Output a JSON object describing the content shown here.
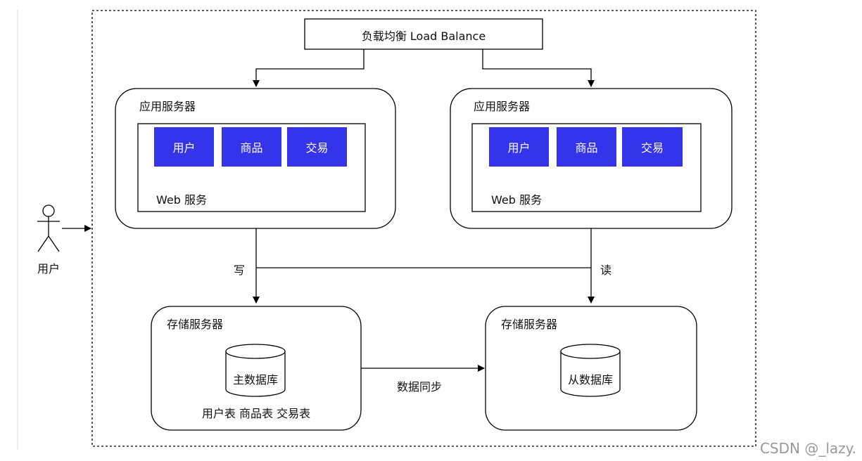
{
  "load_balancer": {
    "label": "负载均衡 Load Balance"
  },
  "actor": {
    "label": "用户"
  },
  "app_servers": [
    {
      "title": "应用服务器",
      "web_label": "Web 服务",
      "modules": [
        "用户",
        "商品",
        "交易"
      ]
    },
    {
      "title": "应用服务器",
      "web_label": "Web 服务",
      "modules": [
        "用户",
        "商品",
        "交易"
      ]
    }
  ],
  "edges": {
    "write": "写",
    "read": "读",
    "sync": "数据同步"
  },
  "storage_servers": [
    {
      "title": "存储服务器",
      "db_label": "主数据库",
      "tables": "用户表 商品表 交易表"
    },
    {
      "title": "存储服务器",
      "db_label": "从数据库"
    }
  ],
  "watermark": "CSDN @_lazy."
}
